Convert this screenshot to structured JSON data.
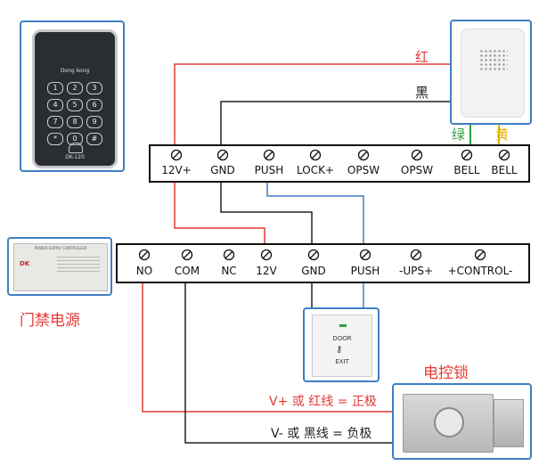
{
  "colors": {
    "red_wire": "#e53935",
    "black_wire": "#222222",
    "blue_wire": "#3e7fc4",
    "green_wire": "#2e9e3e",
    "yellow_wire": "#e0b000",
    "frame_blue": "#3e7fc4"
  },
  "keypad": {
    "brand": "Dong kong",
    "model": "DK-120",
    "keys": [
      "1",
      "2",
      "3",
      "4",
      "5",
      "6",
      "7",
      "8",
      "9",
      "*",
      "0",
      "#"
    ]
  },
  "controller_terminals": [
    "12V+",
    "GND",
    "PUSH",
    "LOCK+",
    "OPSW",
    "OPSW",
    "BELL",
    "BELL"
  ],
  "power_supply": {
    "brand": "DK",
    "title": "POWER SUPPLY CONTROLLER",
    "label": "门禁电源",
    "terminals": [
      "NO",
      "COM",
      "NC",
      "12V",
      "GND",
      "PUSH",
      "-UPS+",
      "+CONTROL-"
    ]
  },
  "bell_wires": {
    "red": "红",
    "black": "黑",
    "green": "绿",
    "yellow": "黄"
  },
  "exit_button": {
    "line1": "DOOR",
    "line2": "EXIT"
  },
  "lock": {
    "title": "电控锁",
    "positive": "V+ 或 红线 = 正极",
    "negative": "V- 或 黑线 = 负极"
  }
}
